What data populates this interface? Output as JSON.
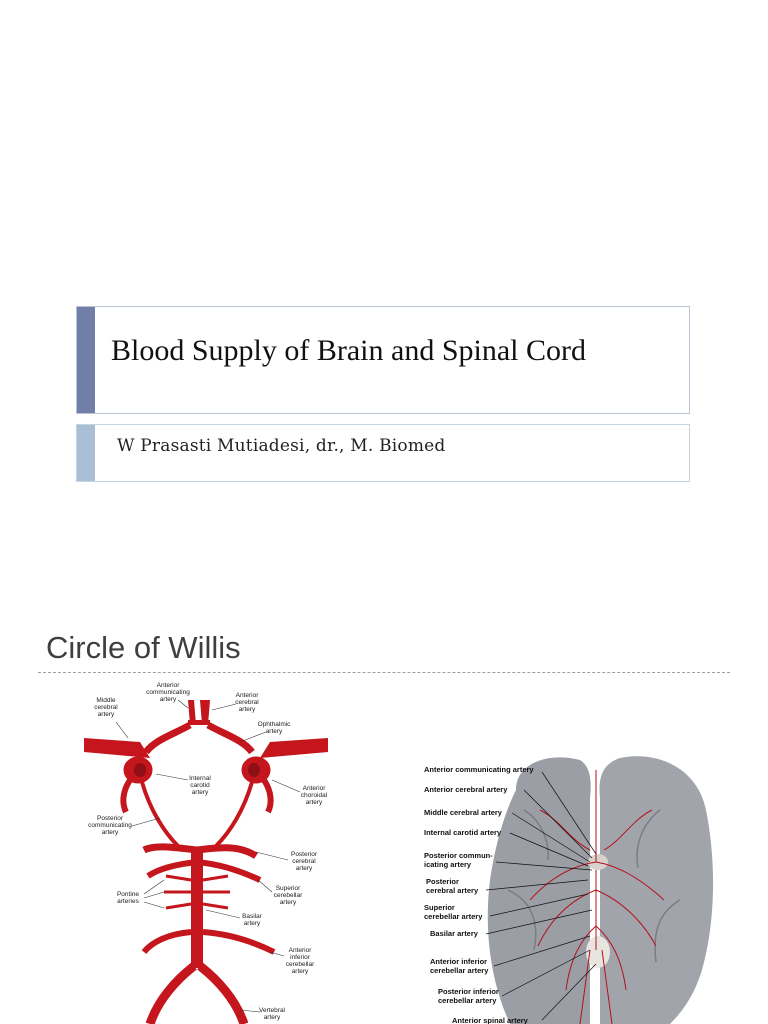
{
  "slide1": {
    "title": "Blood Supply of Brain and Spinal Cord",
    "subtitle": "W Prasasti Mutiadesi, dr., M. Biomed"
  },
  "slide2": {
    "title": "Circle of Willis",
    "left_figure": {
      "labels": {
        "acom": [
          "Anterior",
          "communicating",
          "artery"
        ],
        "mca": [
          "Middle",
          "cerebral",
          "artery"
        ],
        "aca": [
          "Anterior",
          "cerebral",
          "artery"
        ],
        "ophth": [
          "Ophthalmic",
          "artery"
        ],
        "ica": [
          "Internal",
          "carotid",
          "artery"
        ],
        "achor": [
          "Anterior",
          "choroidal",
          "artery"
        ],
        "pcom": [
          "Posterior",
          "communicating",
          "artery"
        ],
        "pca": [
          "Posterior",
          "cerebral",
          "artery"
        ],
        "sca": [
          "Superior",
          "cerebellar",
          "artery"
        ],
        "pontine": [
          "Pontine",
          "arteries"
        ],
        "basilar": [
          "Basilar",
          "artery"
        ],
        "aica": [
          "Anterior",
          "inferior",
          "cerebellar",
          "artery"
        ],
        "vert": [
          "Vertebral",
          "artery"
        ]
      }
    },
    "right_figure": {
      "labels": {
        "acom": "Anterior communicating artery",
        "aca": "Anterior cerebral artery",
        "mca": "Middle cerebral artery",
        "ica": "Internal carotid artery",
        "pcom": [
          "Posterior commun-",
          "icating artery"
        ],
        "pca": [
          "Posterior",
          "cerebral artery"
        ],
        "sca": [
          "Superior",
          "cerebellar artery"
        ],
        "basilar": "Basilar artery",
        "aica": [
          "Anterior inferior",
          "cerebellar artery"
        ],
        "pica": [
          "Posterior inferior",
          "cerebellar artery"
        ],
        "asa": "Anterior spinal artery"
      }
    }
  },
  "colors": {
    "artery": "#c4161c",
    "title_bar": "#6f7fa8",
    "subtitle_bar": "#a8bfd6",
    "brain": "#9c9ea6"
  }
}
